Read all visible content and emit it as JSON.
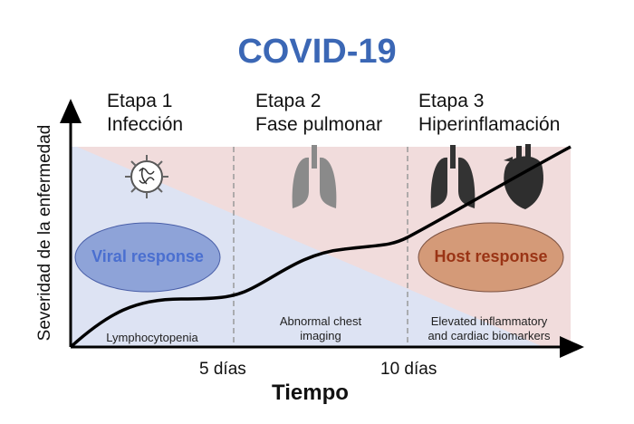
{
  "title": "COVID-19",
  "stages": [
    {
      "line1": "Etapa 1",
      "line2": "Infección"
    },
    {
      "line1": "Etapa 2",
      "line2": "Fase pulmonar"
    },
    {
      "line1": "Etapa 3",
      "line2": "Hiperinflamación"
    }
  ],
  "responses": {
    "viral": "Viral response",
    "host": "Host response"
  },
  "notes": {
    "stage1": "Lymphocytopenia",
    "stage2_l1": "Abnormal chest",
    "stage2_l2": "imaging",
    "stage3_l1": "Elevated inflammatory",
    "stage3_l2": "and cardiac biomarkers"
  },
  "axis": {
    "x_label": "Tiempo",
    "y_label": "Severidad de la enfermedad",
    "ticks": [
      "5 días",
      "10 días"
    ]
  },
  "colors": {
    "title": "#3b67b5",
    "viral_fill": "#8ea3d8",
    "viral_text": "#4a6fd0",
    "host_fill": "#d49a78",
    "host_text": "#9a3415",
    "bg_blue": "#dde3f3",
    "bg_pink": "#f1dcdc"
  },
  "icons": [
    "virus-icon",
    "lungs-icon",
    "lungs-icon",
    "heart-icon"
  ]
}
